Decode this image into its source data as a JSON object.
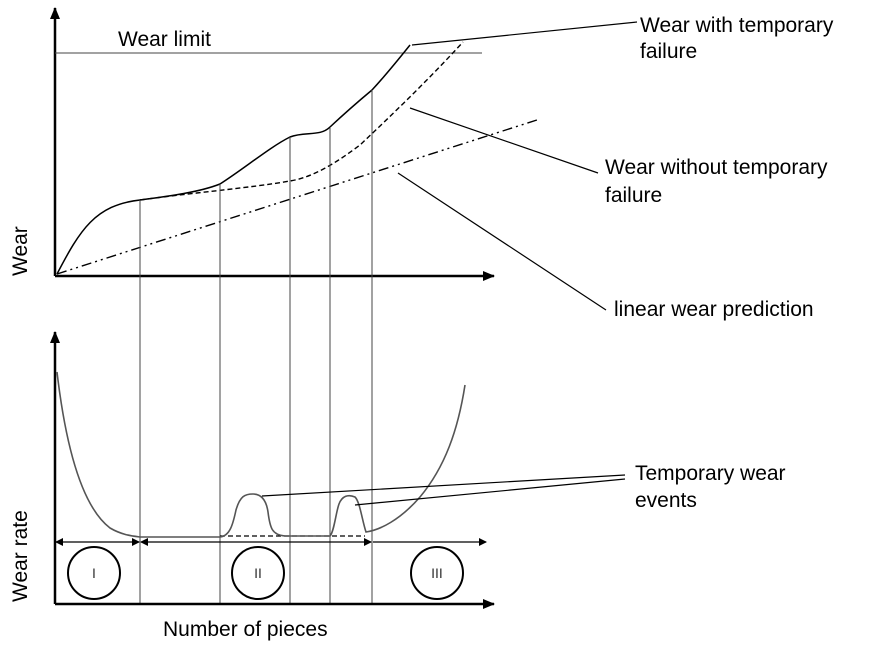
{
  "diagram": {
    "labels": {
      "wear_limit": "Wear limit",
      "wear_with_failure": [
        "Wear with temporary",
        "failure"
      ],
      "wear_without_failure": [
        "Wear without temporary",
        "failure"
      ],
      "linear_prediction": "linear wear prediction",
      "temporary_events": [
        "Temporary wear",
        "events"
      ],
      "y_axis_top": "Wear",
      "y_axis_bottom": "Wear rate",
      "x_axis": "Number of pieces"
    },
    "phases": [
      "I",
      "II",
      "III"
    ],
    "colors": {
      "lines": "#000000",
      "wear_rate_curve": "#555555",
      "guide_lines": "#444444"
    }
  }
}
